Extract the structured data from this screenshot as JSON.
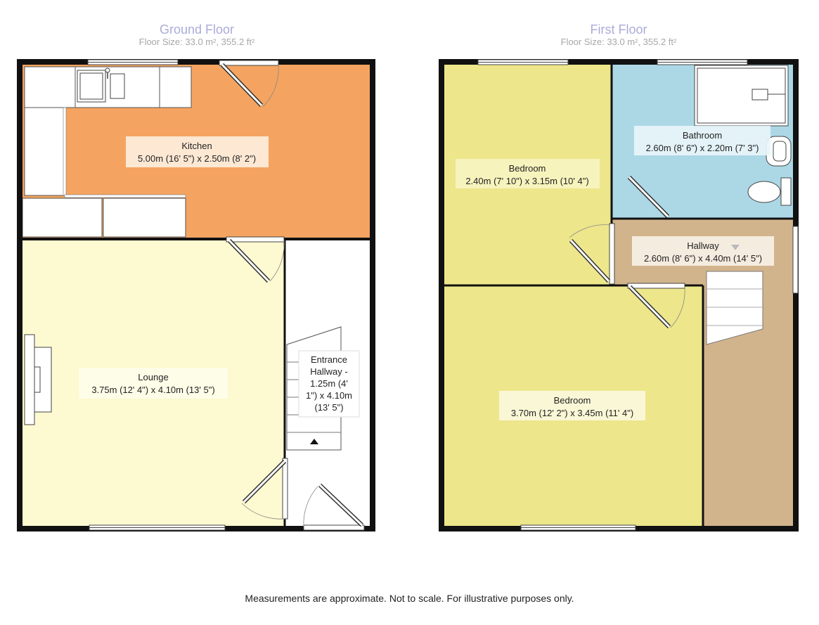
{
  "floors": {
    "ground": {
      "name": "Ground Floor",
      "size": "Floor Size: 33.0 m², 355.2 ft²"
    },
    "first": {
      "name": "First Floor",
      "size": "Floor Size: 33.0 m², 355.2 ft²"
    }
  },
  "rooms": {
    "kitchen": {
      "name": "Kitchen",
      "dims": "5.00m (16' 5\") x 2.50m (8' 2\")"
    },
    "lounge": {
      "name": "Lounge",
      "dims": "3.75m (12' 4\") x 4.10m (13' 5\")"
    },
    "entrance": {
      "line1": "Entrance",
      "line2": "Hallway -",
      "line3": "1.25m (4'",
      "line4": "1\") x 4.10m",
      "line5": "(13' 5\")"
    },
    "bedroom1": {
      "name": "Bedroom",
      "dims": "2.40m (7' 10\") x 3.15m (10' 4\")"
    },
    "bathroom": {
      "name": "Bathroom",
      "dims": "2.60m (8' 6\") x 2.20m (7' 3\")"
    },
    "hallway": {
      "name": "Hallway",
      "dims": "2.60m (8' 6\") x 4.40m (14' 5\")"
    },
    "bedroom2": {
      "name": "Bedroom",
      "dims": "3.70m (12' 2\") x 3.45m (11' 4\")"
    }
  },
  "colors": {
    "kitchen": "#f4a460",
    "lounge": "#fdf9d0",
    "entrance": "#ffffff",
    "bedroom": "#ede68b",
    "bathroom": "#acd8e6",
    "hallway": "#d2b48c",
    "wall": "#111111"
  },
  "footer": "Measurements are approximate. Not to scale. For illustrative purposes only."
}
